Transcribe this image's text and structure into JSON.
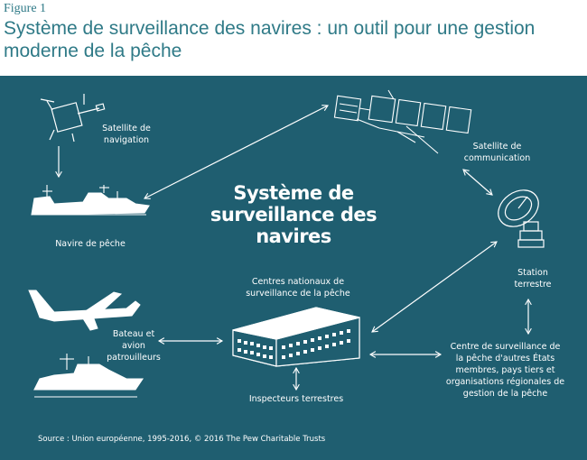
{
  "figure_label": "Figure 1",
  "title": "Système de surveillance des navires : un outil pour une gestion moderne de la pêche",
  "central_title": "Système de\nsurveillance des\nnavires",
  "labels": {
    "nav_satellite": "Satellite de\nnavigation",
    "com_satellite": "Satellite de\ncommunication",
    "fishing_vessel": "Navire de pêche",
    "ground_station": "Station\nterrestre",
    "national_centres": "Centres nationaux de\nsurveillance de la pêche",
    "patrol": "Bateau et\navion\npatrouilleurs",
    "other_centres": "Centre de surveillance de\nla pêche d'autres États\nmembres, pays tiers et\norganisations régionales de\ngestion de la pêche",
    "inspectors": "Inspecteurs terrestres"
  },
  "source": "Source : Union européenne, 1995-2016, © 2016 The Pew Charitable Trusts",
  "colors": {
    "panel": "#1f5e70",
    "title": "#2f7a87",
    "line": "#ffffff"
  }
}
